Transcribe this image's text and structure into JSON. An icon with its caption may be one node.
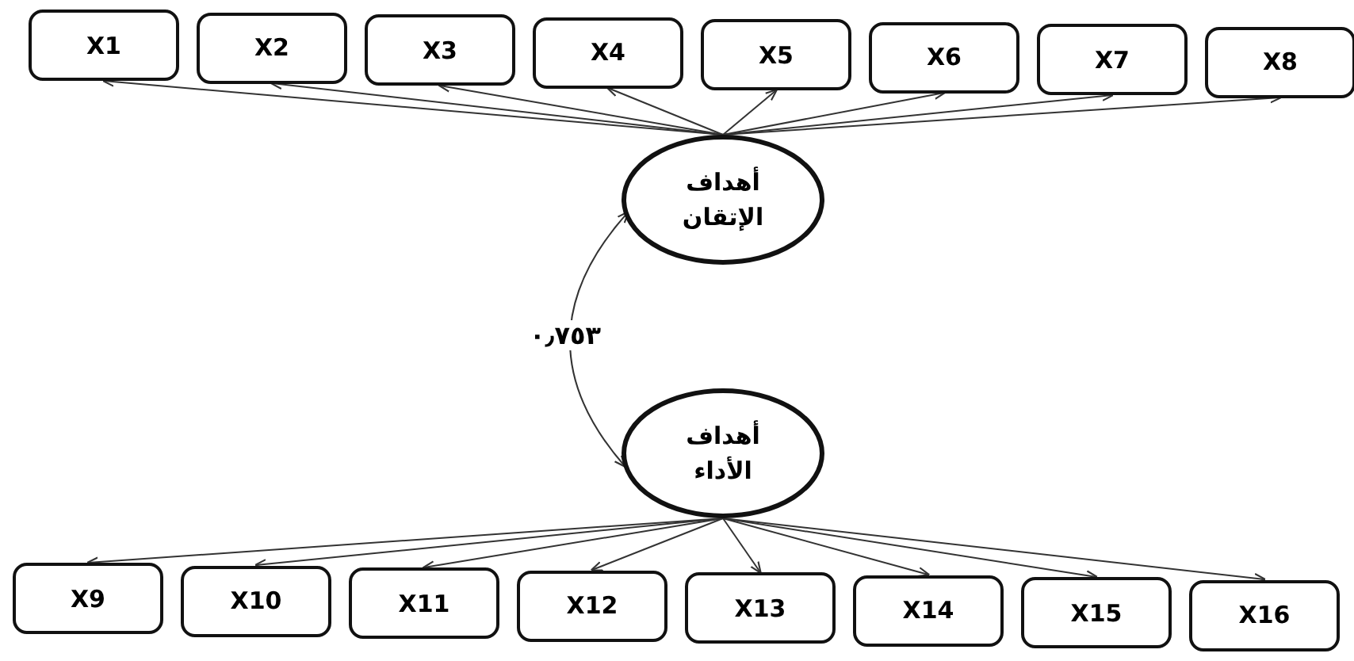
{
  "diagram": {
    "nodes": [
      {
        "text": [
          "X1"
        ]
      },
      {
        "text": [
          "X2"
        ]
      },
      {
        "text": [
          "X3"
        ]
      },
      {
        "text": [
          "X4"
        ]
      },
      {
        "text": [
          "X5"
        ]
      },
      {
        "text": [
          "X6"
        ]
      },
      {
        "text": [
          "X7"
        ]
      },
      {
        "text": [
          "X8"
        ]
      },
      {
        "text": [
          "أهداف الإتقان"
        ]
      },
      {
        "text": [
          "أهداف الأداء"
        ]
      },
      {
        "text": [
          "X9"
        ]
      },
      {
        "text": [
          "X10"
        ]
      },
      {
        "text": [
          "X11"
        ]
      },
      {
        "text": [
          "X12"
        ]
      },
      {
        "text": [
          "X13"
        ]
      },
      {
        "text": [
          "X14"
        ]
      },
      {
        "text": [
          "X15"
        ]
      },
      {
        "text": [
          "X16"
        ]
      }
    ],
    "edges": [
      {
        "from": 8,
        "to": 0,
        "arrow": "to"
      },
      {
        "from": 8,
        "to": 1,
        "arrow": "to"
      },
      {
        "from": 8,
        "to": 2,
        "arrow": "to"
      },
      {
        "from": 8,
        "to": 3,
        "arrow": "to"
      },
      {
        "from": 8,
        "to": 4,
        "arrow": "to"
      },
      {
        "from": 8,
        "to": 5,
        "arrow": "to"
      },
      {
        "from": 8,
        "to": 6,
        "arrow": "to"
      },
      {
        "from": 8,
        "to": 7,
        "arrow": "to"
      },
      {
        "from": 8,
        "to": 9,
        "arrow": "both",
        "label": "٠٫٧٥٣"
      },
      {
        "from": 9,
        "to": 10,
        "arrow": "to"
      },
      {
        "from": 9,
        "to": 11,
        "arrow": "to"
      },
      {
        "from": 9,
        "to": 12,
        "arrow": "to"
      },
      {
        "from": 9,
        "to": 13,
        "arrow": "to"
      },
      {
        "from": 9,
        "to": 14,
        "arrow": "to"
      },
      {
        "from": 9,
        "to": 15,
        "arrow": "to"
      },
      {
        "from": 9,
        "to": 16,
        "arrow": "to"
      },
      {
        "from": 9,
        "to": 17,
        "arrow": "to"
      }
    ]
  }
}
